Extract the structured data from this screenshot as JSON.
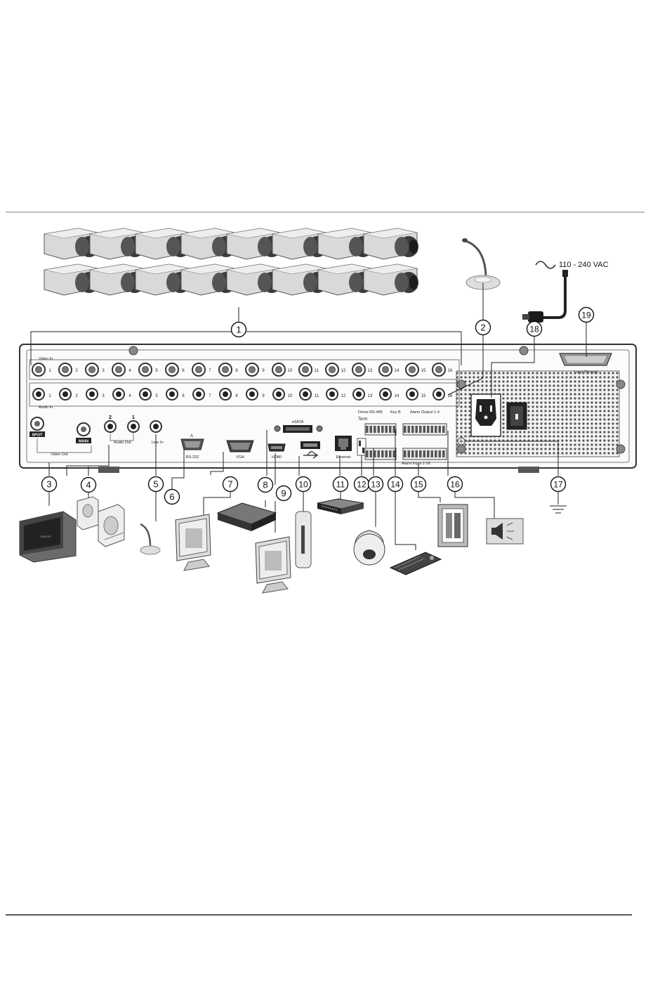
{
  "power_label": "110 - 240 VAC",
  "callouts": [
    "1",
    "2",
    "3",
    "4",
    "5",
    "6",
    "7",
    "8",
    "9",
    "10",
    "11",
    "12",
    "13",
    "14",
    "15",
    "16",
    "17",
    "18",
    "19"
  ],
  "panel": {
    "video_in": "Video In",
    "audio_in": "Audio In",
    "channels": [
      "1",
      "2",
      "3",
      "4",
      "5",
      "6",
      "7",
      "8",
      "9",
      "10",
      "11",
      "12",
      "13",
      "14",
      "15",
      "16"
    ],
    "spot": "SPOT",
    "main": "MAIN",
    "video_out": "Video Out",
    "audio_out": "Audio Out",
    "audio_out_2": "2",
    "audio_out_1": "1",
    "line_in": "Line In",
    "port_a": "A",
    "rs232": "RS-232",
    "vga": "VGA",
    "esata": "eSATA",
    "hdmi": "HDMI",
    "ethernet": "Ethernet",
    "term": "Term",
    "dome_rs485": "Dome RS-485",
    "keyb": "Key B",
    "alarm_output": "Alarm Output 1-4",
    "alarm_input": "Alarm Input 1-16",
    "loop_through": "Loop Through"
  }
}
